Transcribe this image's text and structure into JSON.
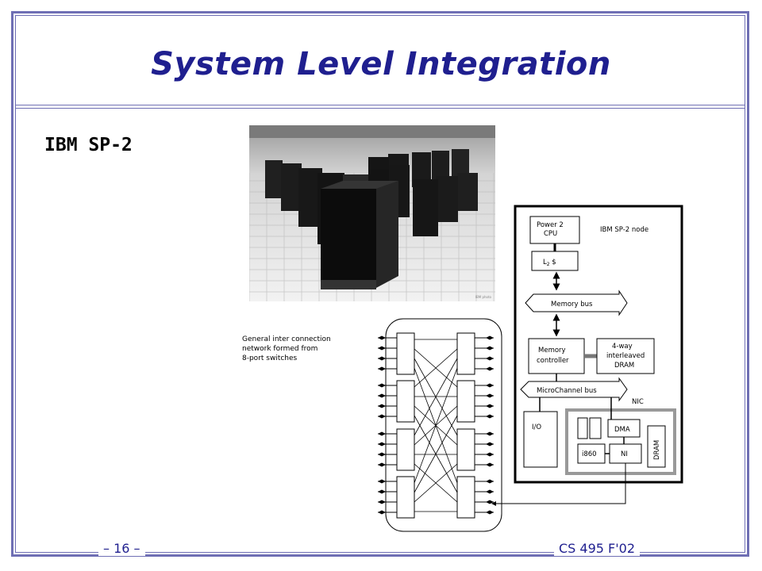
{
  "slide": {
    "title": "System Level Integration",
    "subtitle": "IBM SP-2",
    "footer_page": "– 16 –",
    "footer_course": "CS 495 F'02"
  },
  "diagram": {
    "network_caption": [
      "General inter connection",
      "network formed from",
      "8-port switches"
    ],
    "cpu_label": [
      "Power 2",
      "CPU"
    ],
    "node_label": "IBM SP-2 node",
    "cache_label": "L",
    "cache_sub": "2",
    "cache_suffix": " $",
    "memory_bus": "Memory bus",
    "memory_controller": [
      "Memory",
      "controller"
    ],
    "dram_interleaved": [
      "4-way",
      "interleaved",
      "DRAM"
    ],
    "microchannel_bus": "MicroChannel bus",
    "nic_label": "NIC",
    "io_label": "I/O",
    "dma_label": "DMA",
    "i860_label": "i860",
    "ni_label": "NI",
    "nic_dram_label": "DRAM"
  },
  "colors": {
    "frame": "#6f6fb4",
    "title": "#1f1f8f"
  }
}
